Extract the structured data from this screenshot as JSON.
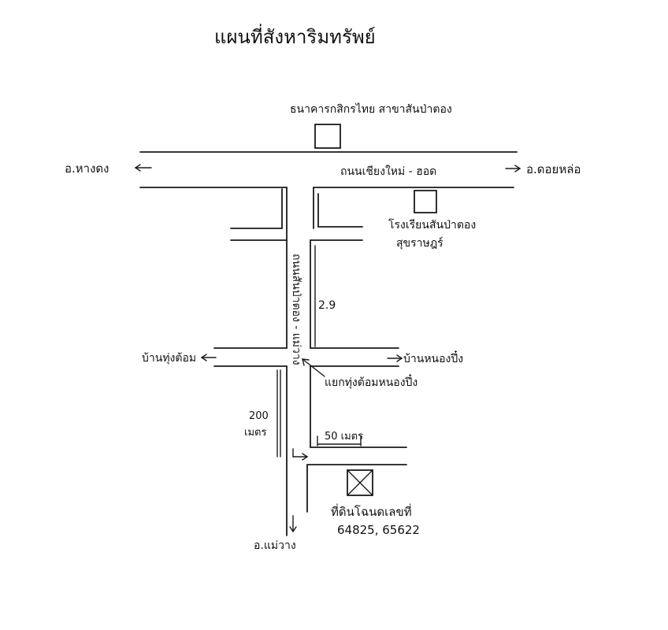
{
  "map": {
    "title": "แผนที่สังหาริมทรัพย์",
    "labels": {
      "bank": "ธนาคารกสิกรไทย สาขาสันป่าตอง",
      "main_road": "ถนนเชียงใหม่ - ฮอด",
      "to_west": "อ.หางดง",
      "to_east": "อ.ดอยหล่อ",
      "school_line1": "โรงเรียนสันป่าตอง",
      "school_line2": "สุขราษฎร์",
      "side_road": "ถนนสันป่าตอง - แม่วาง",
      "distance_km": "2.9",
      "village_west": "บ้านทุ่งต้อม",
      "village_east": "บ้านหนองปึ๋ง",
      "junction": "แยกทุ่งต้อมหนองปึ๋ง",
      "distance_200_num": "200",
      "distance_200_unit": "เมตร",
      "distance_50": "50 เมตร",
      "property_line1": "ที่ดินโฉนดเลขที่",
      "property_line2": "64825, 65622",
      "to_south": "อ.แม่วาง"
    }
  }
}
